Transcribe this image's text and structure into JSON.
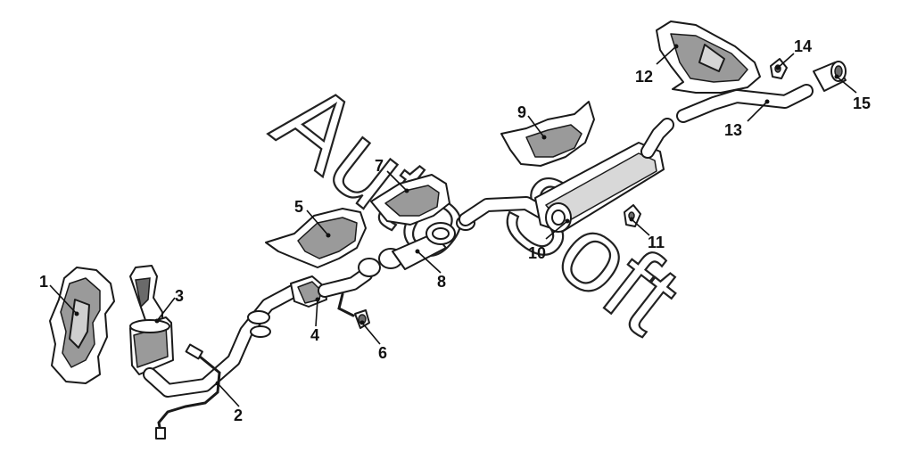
{
  "watermark": {
    "word1": "Auto",
    "word2": "Soft"
  },
  "parts": [
    {
      "id": "1",
      "label": "1"
    },
    {
      "id": "2",
      "label": "2"
    },
    {
      "id": "3",
      "label": "3"
    },
    {
      "id": "4",
      "label": "4"
    },
    {
      "id": "5",
      "label": "5"
    },
    {
      "id": "6",
      "label": "6"
    },
    {
      "id": "7",
      "label": "7"
    },
    {
      "id": "8",
      "label": "8"
    },
    {
      "id": "9",
      "label": "9"
    },
    {
      "id": "10",
      "label": "10"
    },
    {
      "id": "11",
      "label": "11"
    },
    {
      "id": "12",
      "label": "12"
    },
    {
      "id": "13",
      "label": "13"
    },
    {
      "id": "14",
      "label": "14"
    },
    {
      "id": "15",
      "label": "15"
    }
  ]
}
